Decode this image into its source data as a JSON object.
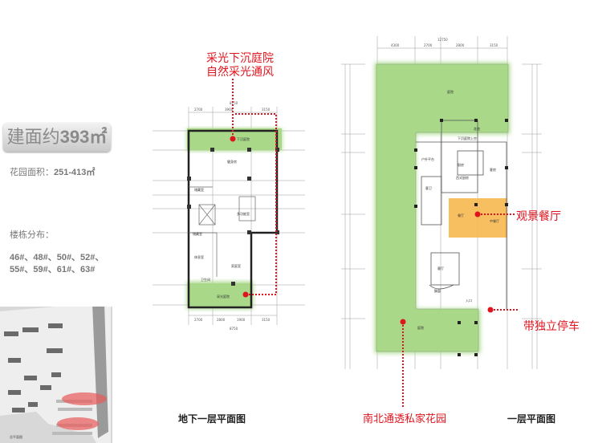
{
  "summary": {
    "building_area_label": "建面约",
    "building_area_value": "393㎡",
    "garden_area_label": "花园面积：",
    "garden_area_value": "251-413㎡",
    "distribution_label": "楼栋分布：",
    "distribution_line1": "46#、48#、50#、52#、",
    "distribution_line2": "55#、59#、61#、63#"
  },
  "annotations": {
    "sunken_courtyard_line1": "采光下沉庭院",
    "sunken_courtyard_line2": "自然采光通风",
    "view_dining": "观景餐厅",
    "parking": "带独立停车",
    "garden": "南北通透私家花园"
  },
  "basement_plan": {
    "caption": "地下一层平面图",
    "top_dims": [
      "2700",
      "3900",
      "3150"
    ],
    "total_dim": "8750",
    "bottom_dims": [
      "2700",
      "2800",
      "1900",
      "3150"
    ],
    "rooms": [
      "下沉庭院",
      "健身房",
      "储藏室",
      "多功能室",
      "储藏室",
      "休息室",
      "家庭室",
      "卫生间",
      "采光庭院"
    ]
  },
  "ground_plan": {
    "caption": "一层平面图",
    "top_dims": [
      "4300",
      "2700",
      "2800",
      "3150"
    ],
    "total_dim": "12750",
    "rooms": [
      "庭院",
      "花池",
      "下沉庭院上空",
      "户外平台",
      "厨房",
      "客房",
      "西式厨房",
      "客卫",
      "餐厅",
      "中餐厅",
      "客厅",
      "飘窗",
      "入口",
      "庭院"
    ]
  },
  "site_map": {
    "caption": "总平面图"
  },
  "colors": {
    "garden_green": "#a8d888",
    "dining_orange": "#f7b850",
    "annotation_red": "#e0141e"
  }
}
